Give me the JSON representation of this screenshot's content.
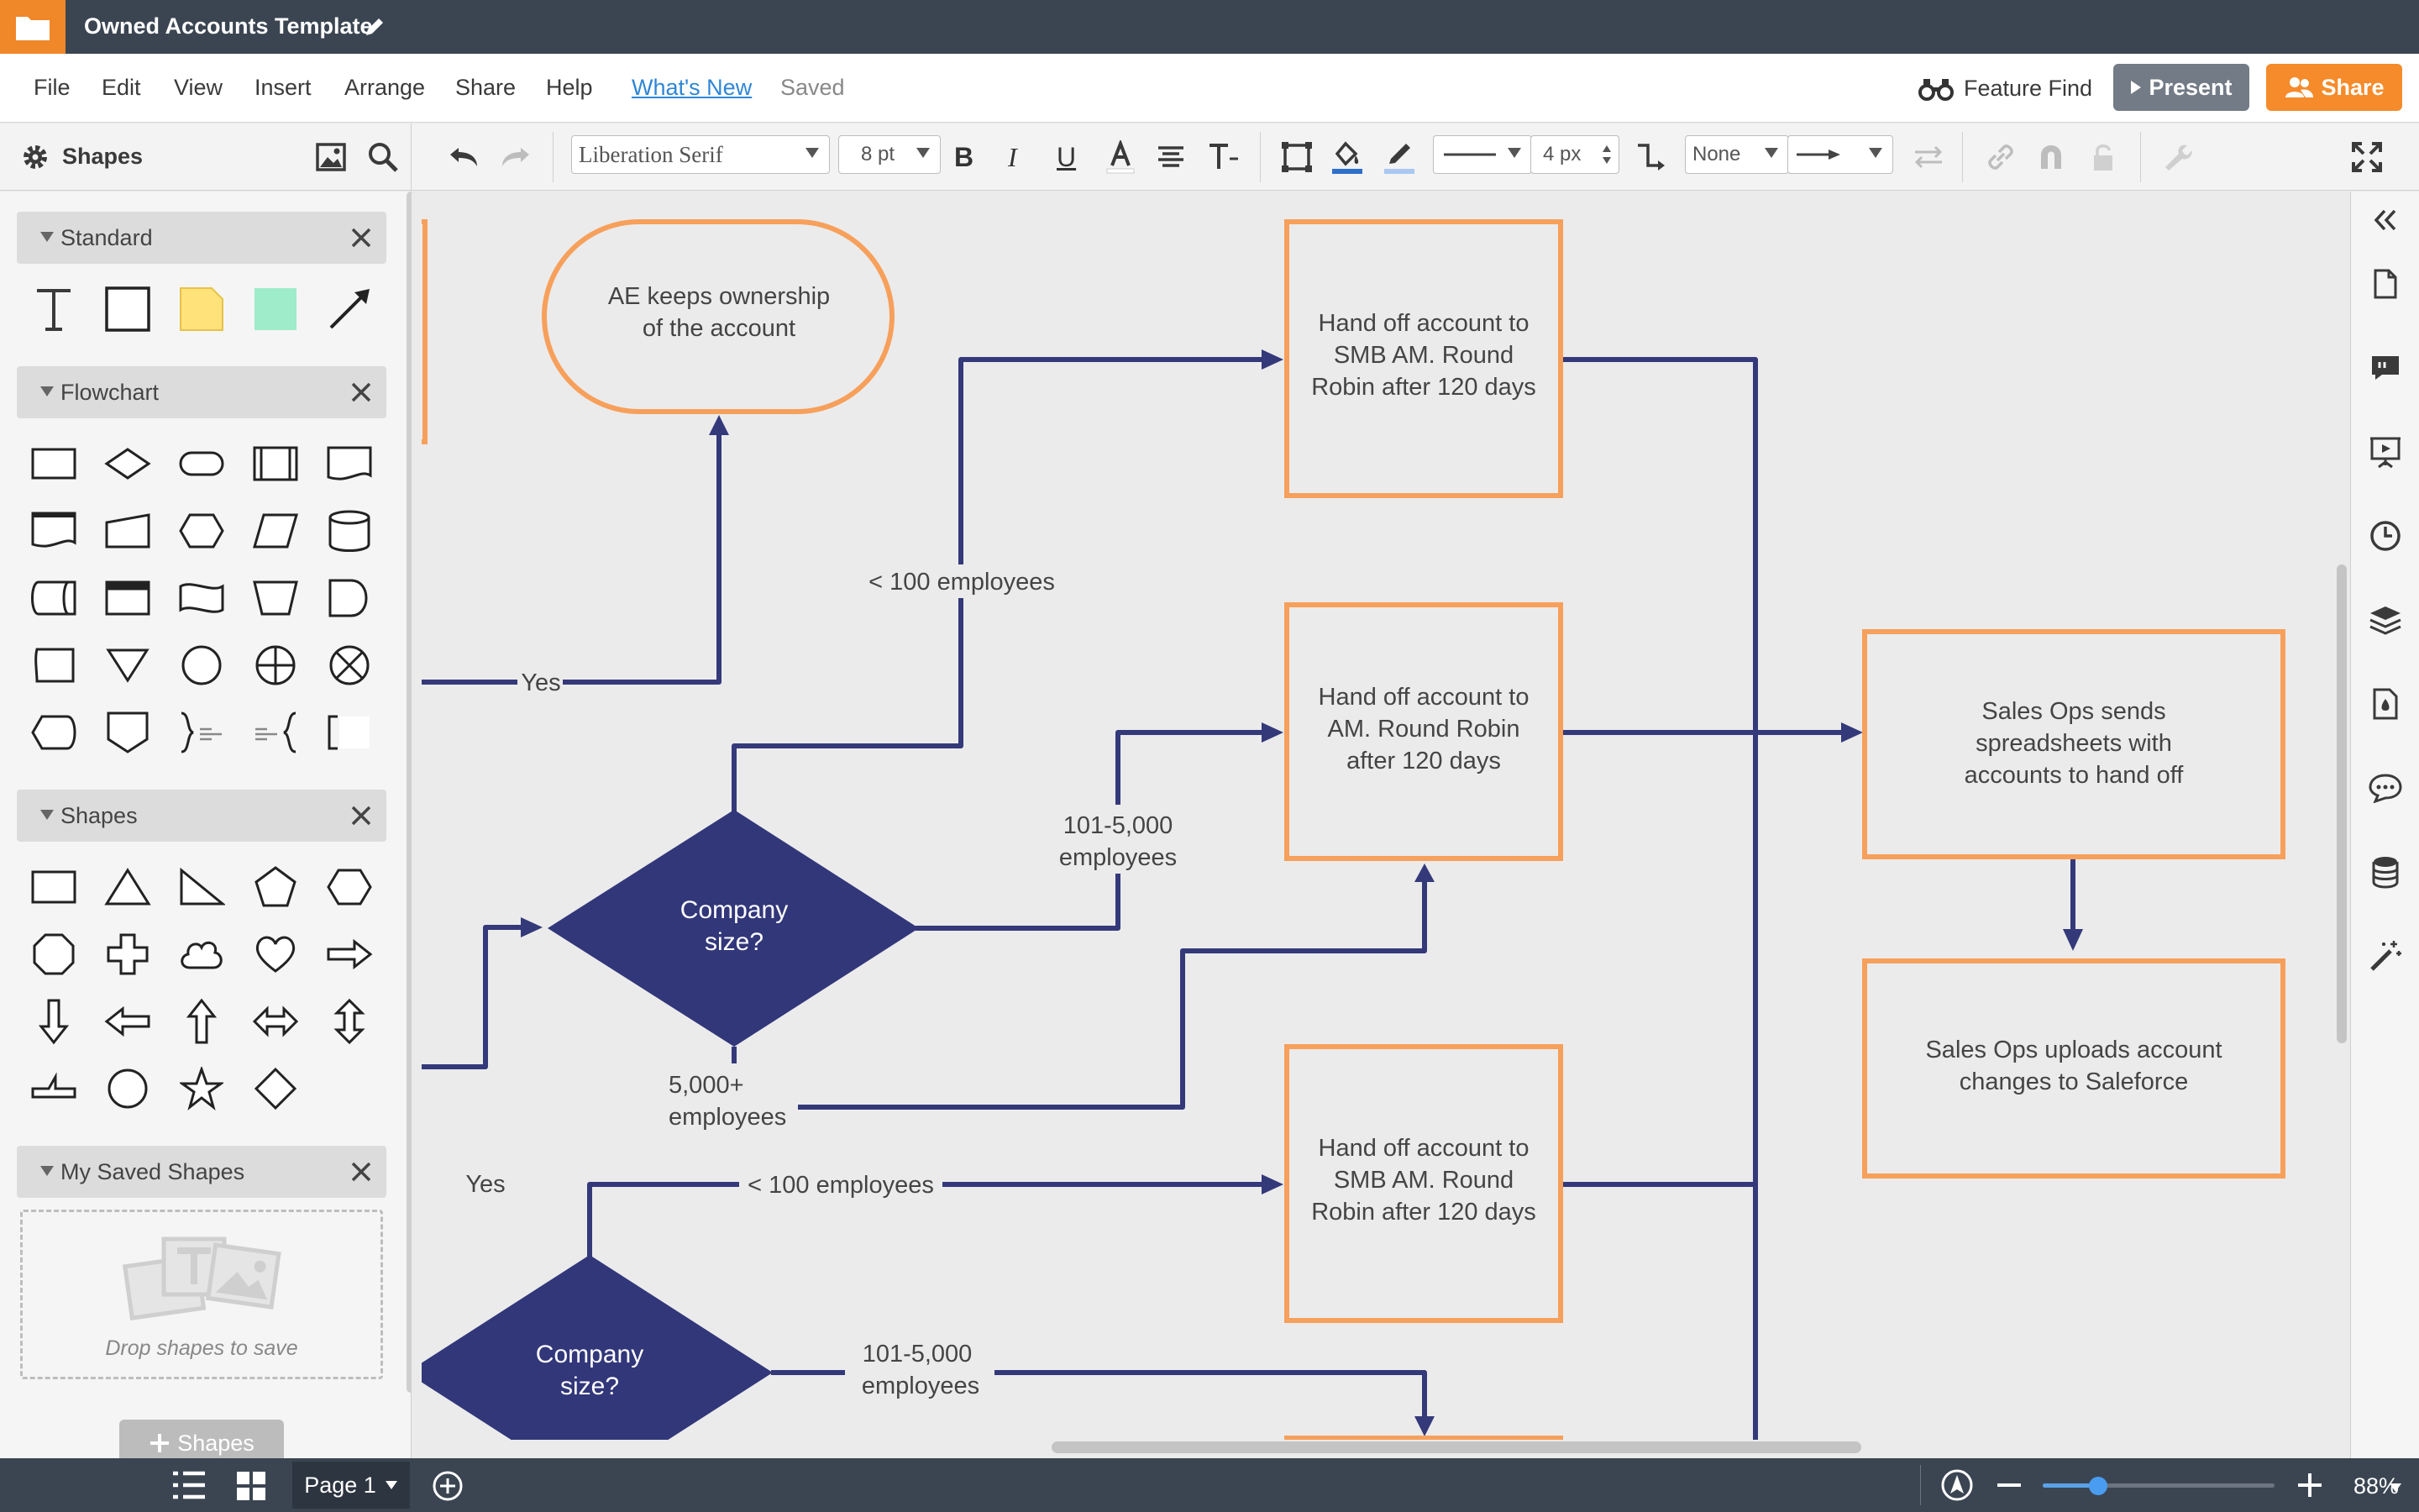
{
  "app": {
    "document_title": "Owned Accounts Template"
  },
  "menu": {
    "items": [
      "File",
      "Edit",
      "View",
      "Insert",
      "Arrange",
      "Share",
      "Help"
    ],
    "whats_new": "What's New",
    "saved": "Saved",
    "feature_find": "Feature Find",
    "present": "Present",
    "share": "Share"
  },
  "toolbar": {
    "shapes_label": "Shapes",
    "font": "Liberation Serif",
    "font_size": "8 pt",
    "line_width": "4 px",
    "line_end": "None"
  },
  "sidebar": {
    "sections": [
      {
        "label": "Standard"
      },
      {
        "label": "Flowchart"
      },
      {
        "label": "Shapes"
      },
      {
        "label": "My Saved Shapes"
      }
    ],
    "drop_label": "Drop shapes to save",
    "add_shapes": "Shapes"
  },
  "diagram": {
    "terminal_ae": [
      "AE keeps ownership",
      "of the account"
    ],
    "box_smb_top": [
      "Hand off account to",
      "SMB AM. Round",
      "Robin after 120 days"
    ],
    "box_am": [
      "Hand off account to",
      "AM. Round Robin",
      "after 120 days"
    ],
    "box_smb_bottom": [
      "Hand off account to",
      "SMB AM. Round",
      "Robin after 120 days"
    ],
    "box_sales_ops_send": [
      "Sales Ops sends",
      "spreadsheets with",
      "accounts to hand off"
    ],
    "box_sales_ops_upload": [
      "Sales Ops uploads account",
      "changes to Saleforce"
    ],
    "decision_1": [
      "Company",
      "size?"
    ],
    "decision_2": [
      "Company",
      "size?"
    ],
    "labels": {
      "yes_top": "Yes",
      "yes_mid": "Yes",
      "lt100_top": "< 100 employees",
      "mid_range_top": [
        "101-5,000",
        "employees"
      ],
      "large_top": [
        "5,000+",
        "employees"
      ],
      "lt100_bottom": "< 100 employees",
      "mid_range_bottom": [
        "101-5,000",
        "employees"
      ]
    },
    "colors": {
      "process_border": "#f7a05b",
      "decision_fill": "#32377a",
      "connector": "#34397a"
    }
  },
  "bottom": {
    "page_tab": "Page 1",
    "zoom": "88%",
    "zoom_level": 0.24
  }
}
